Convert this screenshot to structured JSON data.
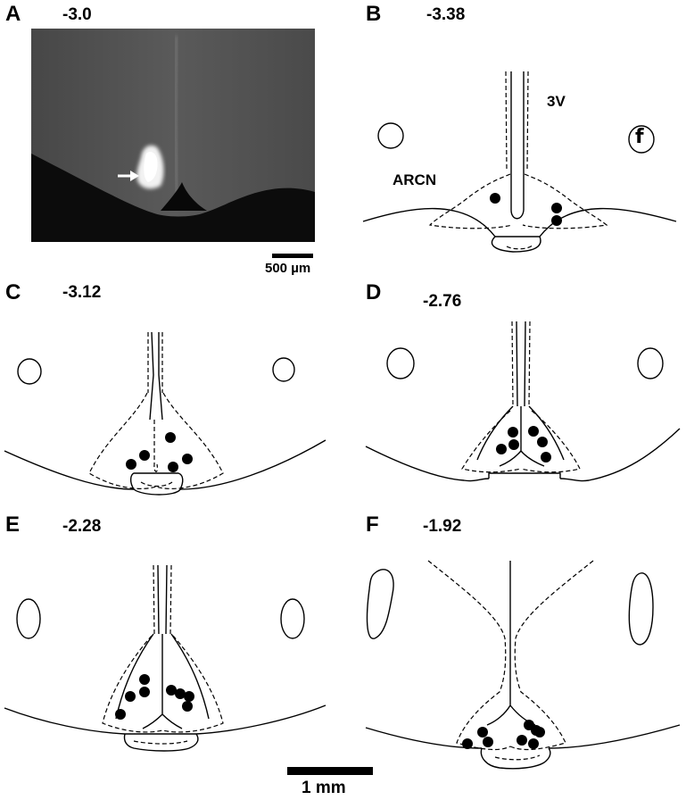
{
  "panels": [
    {
      "letter": "A",
      "coordinate": "-3.0"
    },
    {
      "letter": "B",
      "coordinate": "-3.38"
    },
    {
      "letter": "C",
      "coordinate": "-3.12"
    },
    {
      "letter": "D",
      "coordinate": "-2.76"
    },
    {
      "letter": "E",
      "coordinate": "-2.28"
    },
    {
      "letter": "F",
      "coordinate": "-1.92"
    }
  ],
  "labels": {
    "third_ventricle": "3V",
    "fornix": "f",
    "arcuate": "ARCN"
  },
  "scale_bars": {
    "micrograph": "500 µm",
    "figure": "1 mm"
  },
  "colors": {
    "ink": "#000000",
    "section_bg": "#525252",
    "lesion": "#f2f2f2"
  },
  "icons": {
    "arrow": "arrow-right-icon"
  }
}
